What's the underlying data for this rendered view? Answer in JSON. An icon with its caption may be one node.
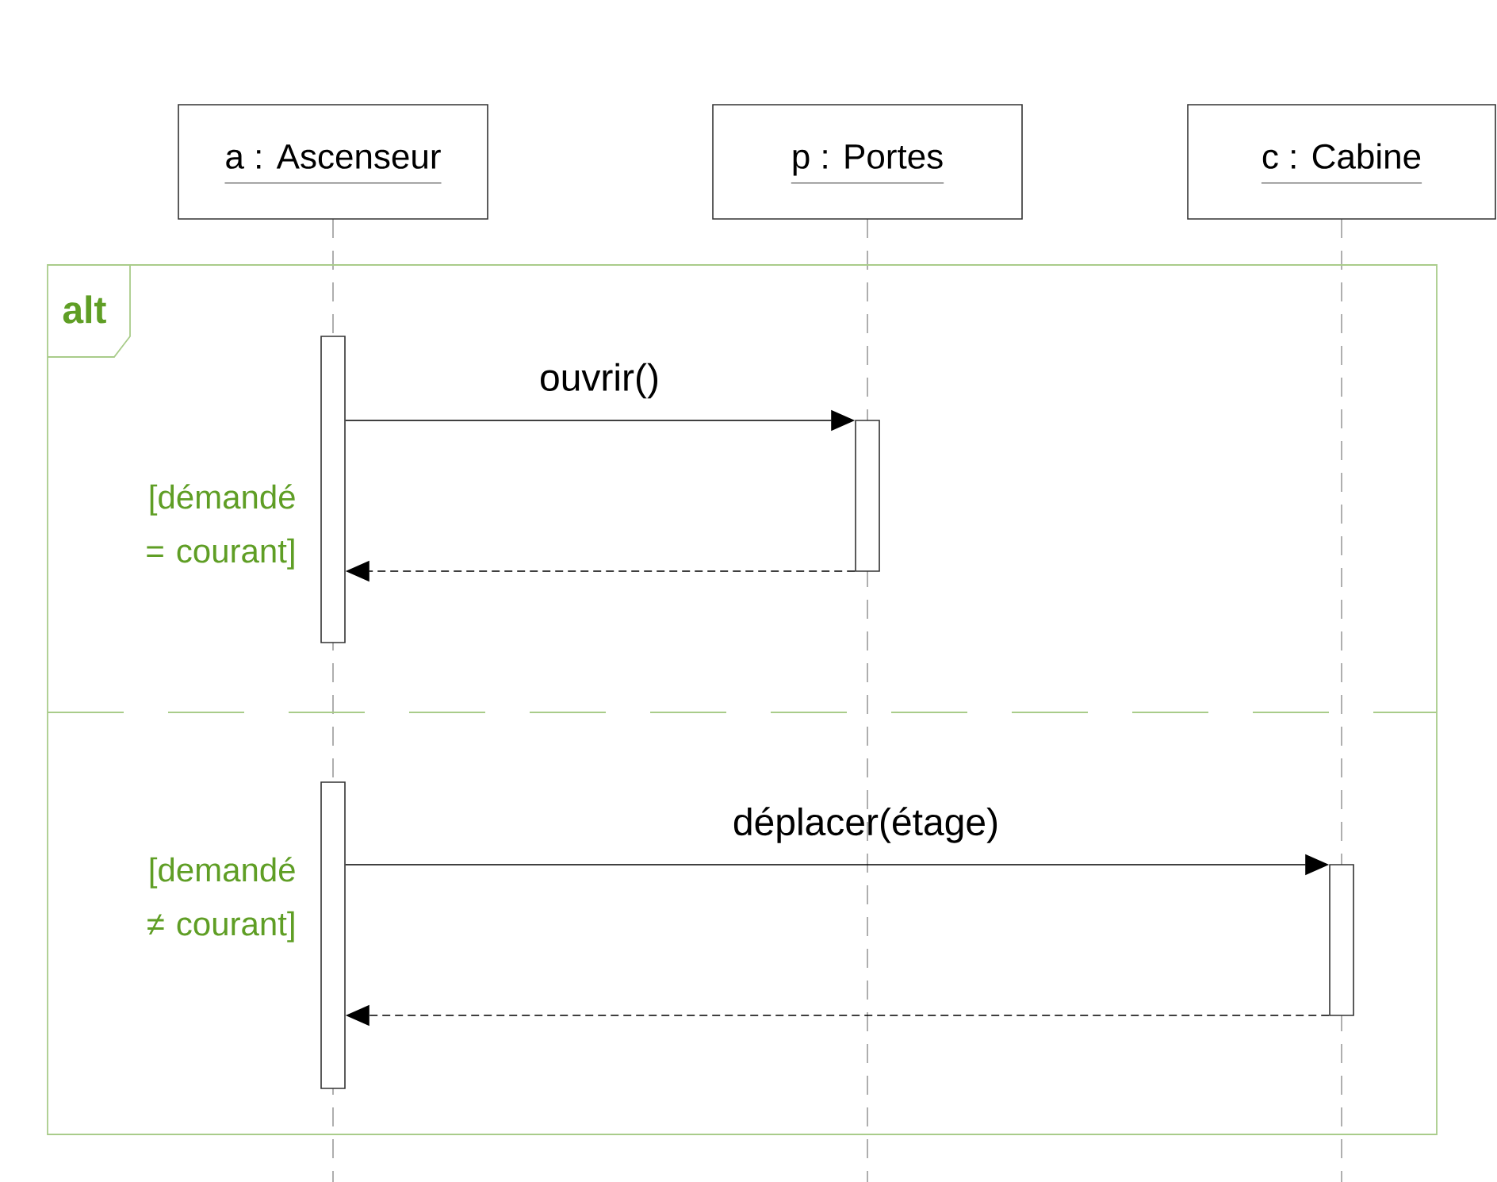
{
  "diagram": {
    "nodes": [
      {
        "text": [
          "a : Ascenseur"
        ]
      },
      {
        "text": [
          "p : Portes"
        ]
      },
      {
        "text": [
          "c : Cabine"
        ]
      },
      {
        "text": [
          "alt",
          "[démandé = courant]",
          "[demandé ≠ courant]"
        ]
      },
      {
        "text": [],
        "shape": "bar",
        "in": 3
      },
      {
        "text": [],
        "shape": "bar",
        "in": 3
      },
      {
        "text": [],
        "shape": "bar",
        "in": 3
      },
      {
        "text": [],
        "shape": "bar",
        "in": 3
      }
    ],
    "edges": [
      {
        "from": 4,
        "to": 5,
        "arrow": "to",
        "label": "ouvrir()"
      },
      {
        "from": 5,
        "to": 4,
        "arrow": "to",
        "style": "dashed"
      },
      {
        "from": 6,
        "to": 7,
        "arrow": "to",
        "label": "déplacer(étage)"
      },
      {
        "from": 7,
        "to": 6,
        "arrow": "to",
        "style": "dashed"
      }
    ]
  }
}
